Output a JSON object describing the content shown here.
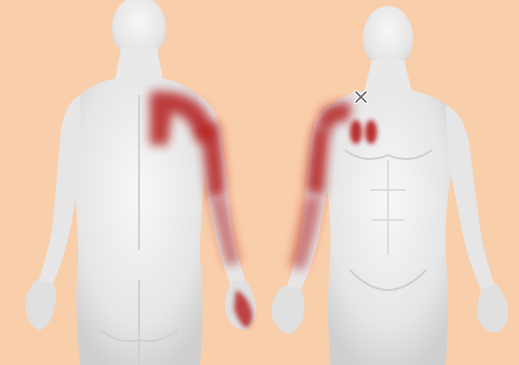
{
  "image": {
    "background_color": "#f9ceab",
    "skin_color": "#ececec",
    "pain_color": "#b41e1e",
    "views": [
      {
        "view": "back",
        "highlighted_regions": [
          "upper-trapezius-shoulder",
          "posterior-arm",
          "hand"
        ]
      },
      {
        "view": "front",
        "highlighted_regions": [
          "anterior-shoulder",
          "upper-chest",
          "anterior-arm",
          "forearm"
        ],
        "trigger_marker": "x-mark"
      }
    ]
  }
}
